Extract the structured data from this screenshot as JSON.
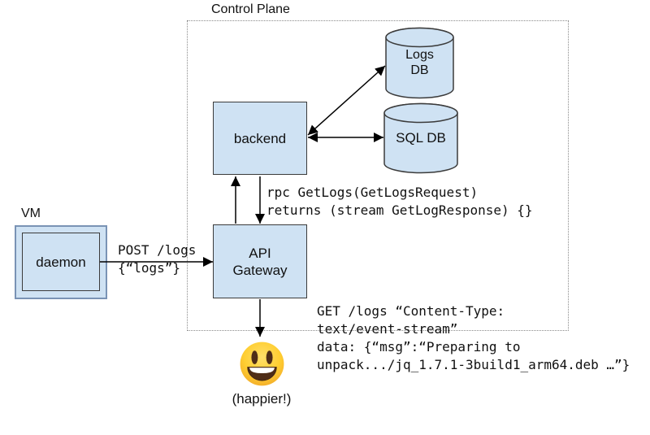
{
  "control_plane": {
    "label": "Control Plane"
  },
  "nodes": {
    "vm": {
      "label": "VM"
    },
    "daemon": {
      "label": "daemon"
    },
    "backend": {
      "label": "backend"
    },
    "api_gateway": {
      "label": "API\nGateway"
    },
    "logs_db": {
      "label": "Logs\nDB"
    },
    "sql_db": {
      "label": "SQL DB"
    }
  },
  "annotations": {
    "post_logs": "POST /logs\n{“logs”}",
    "rpc_get_logs": "rpc GetLogs(GetLogsRequest)\nreturns (stream GetLogResponse) {}",
    "get_logs_stream": "GET /logs “Content-Type:\ntext/event-stream”\ndata: {“msg”:“Preparing to\nunpack.../jq_1.7.1-3build1_arm64.deb …”}",
    "happier": "(happier!)"
  },
  "icons": {
    "emoji": "grinning-face-emoji"
  },
  "colors": {
    "node_fill": "#cfe2f3",
    "node_border": "#3b3b3b",
    "vm_border": "#7a93b5",
    "arrow": "#000000",
    "control_plane_border": "#8a8a8a",
    "emoji_yellow": "#ffce31",
    "emoji_brown": "#4f2d17"
  }
}
